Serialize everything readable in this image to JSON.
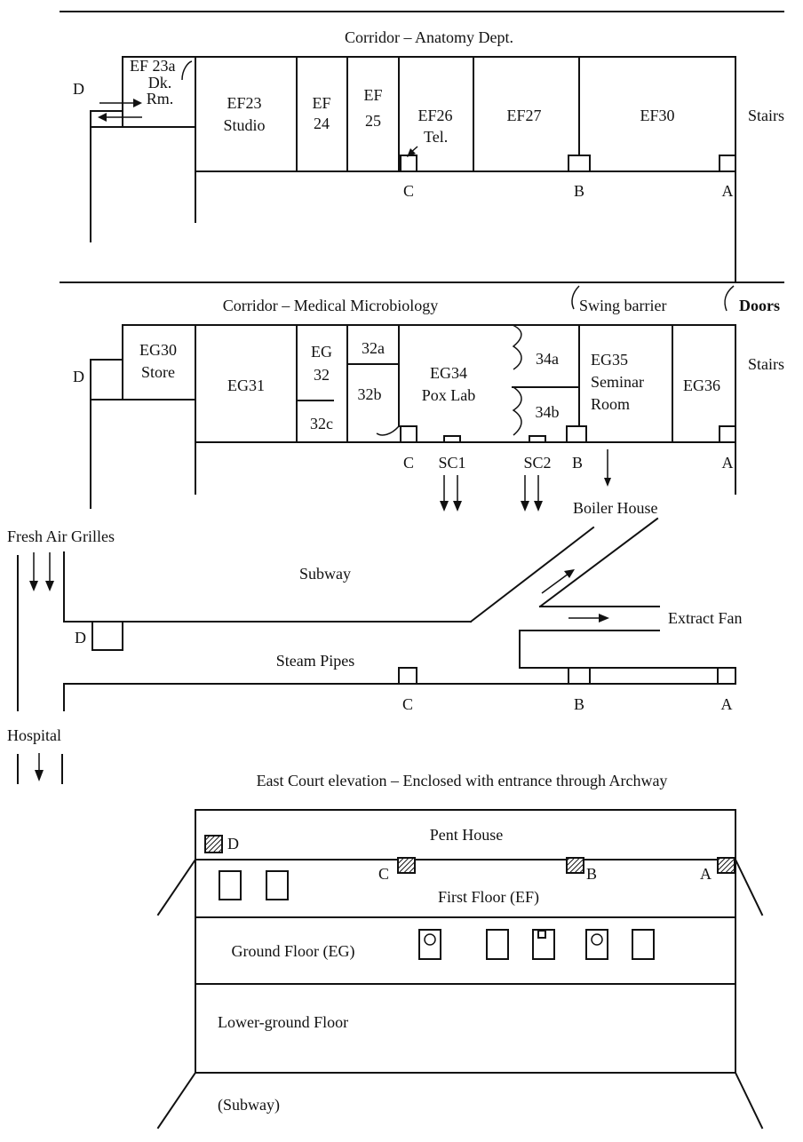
{
  "first_floor": {
    "corridor_label": "Corridor – Anatomy Dept.",
    "rooms": {
      "ef23a": [
        "EF 23a",
        "Dk.",
        "Rm."
      ],
      "ef23": [
        "EF23",
        "Studio"
      ],
      "ef24": [
        "EF",
        "24"
      ],
      "ef25": [
        "EF",
        "25"
      ],
      "ef26": "EF26",
      "ef27": "EF27",
      "ef30": "EF30"
    },
    "tel_label": "Tel.",
    "stairs_label": "Stairs",
    "door_label": "D",
    "markers": [
      "C",
      "B",
      "A"
    ]
  },
  "ground_floor": {
    "corridor_label": "Corridor – Medical Microbiology",
    "swing_barrier_label": "Swing barrier",
    "doors_label": "Doors",
    "stairs_label": "Stairs",
    "door_label": "D",
    "rooms": {
      "eg30": [
        "EG30",
        "Store"
      ],
      "eg31": "EG31",
      "eg32": [
        "EG",
        "32"
      ],
      "r32a": "32a",
      "r32b": "32b",
      "r32c": "32c",
      "eg34": [
        "EG34",
        "Pox Lab"
      ],
      "r34a": "34a",
      "r34b": "34b",
      "eg35": [
        "EG35",
        "Seminar",
        "Room"
      ],
      "eg36": "EG36"
    },
    "markers": [
      "C",
      "SC1",
      "SC2",
      "B",
      "A"
    ],
    "boiler_house_label": "Boiler House"
  },
  "subway": {
    "fresh_air_label": "Fresh Air Grilles",
    "subway_label": "Subway",
    "steam_pipes_label": "Steam Pipes",
    "extract_fan_label": "Extract Fan",
    "hospital_label": "Hospital",
    "door_label": "D",
    "markers": [
      "C",
      "B",
      "A"
    ]
  },
  "elevation": {
    "title": "East Court elevation – Enclosed with entrance through Archway",
    "pent_house_label": "Pent House",
    "first_floor_label": "First Floor (EF)",
    "ground_floor_label": "Ground Floor (EG)",
    "lower_ground_label": "Lower-ground Floor",
    "subway_label": "(Subway)",
    "markers": [
      "D",
      "C",
      "B",
      "A"
    ]
  }
}
